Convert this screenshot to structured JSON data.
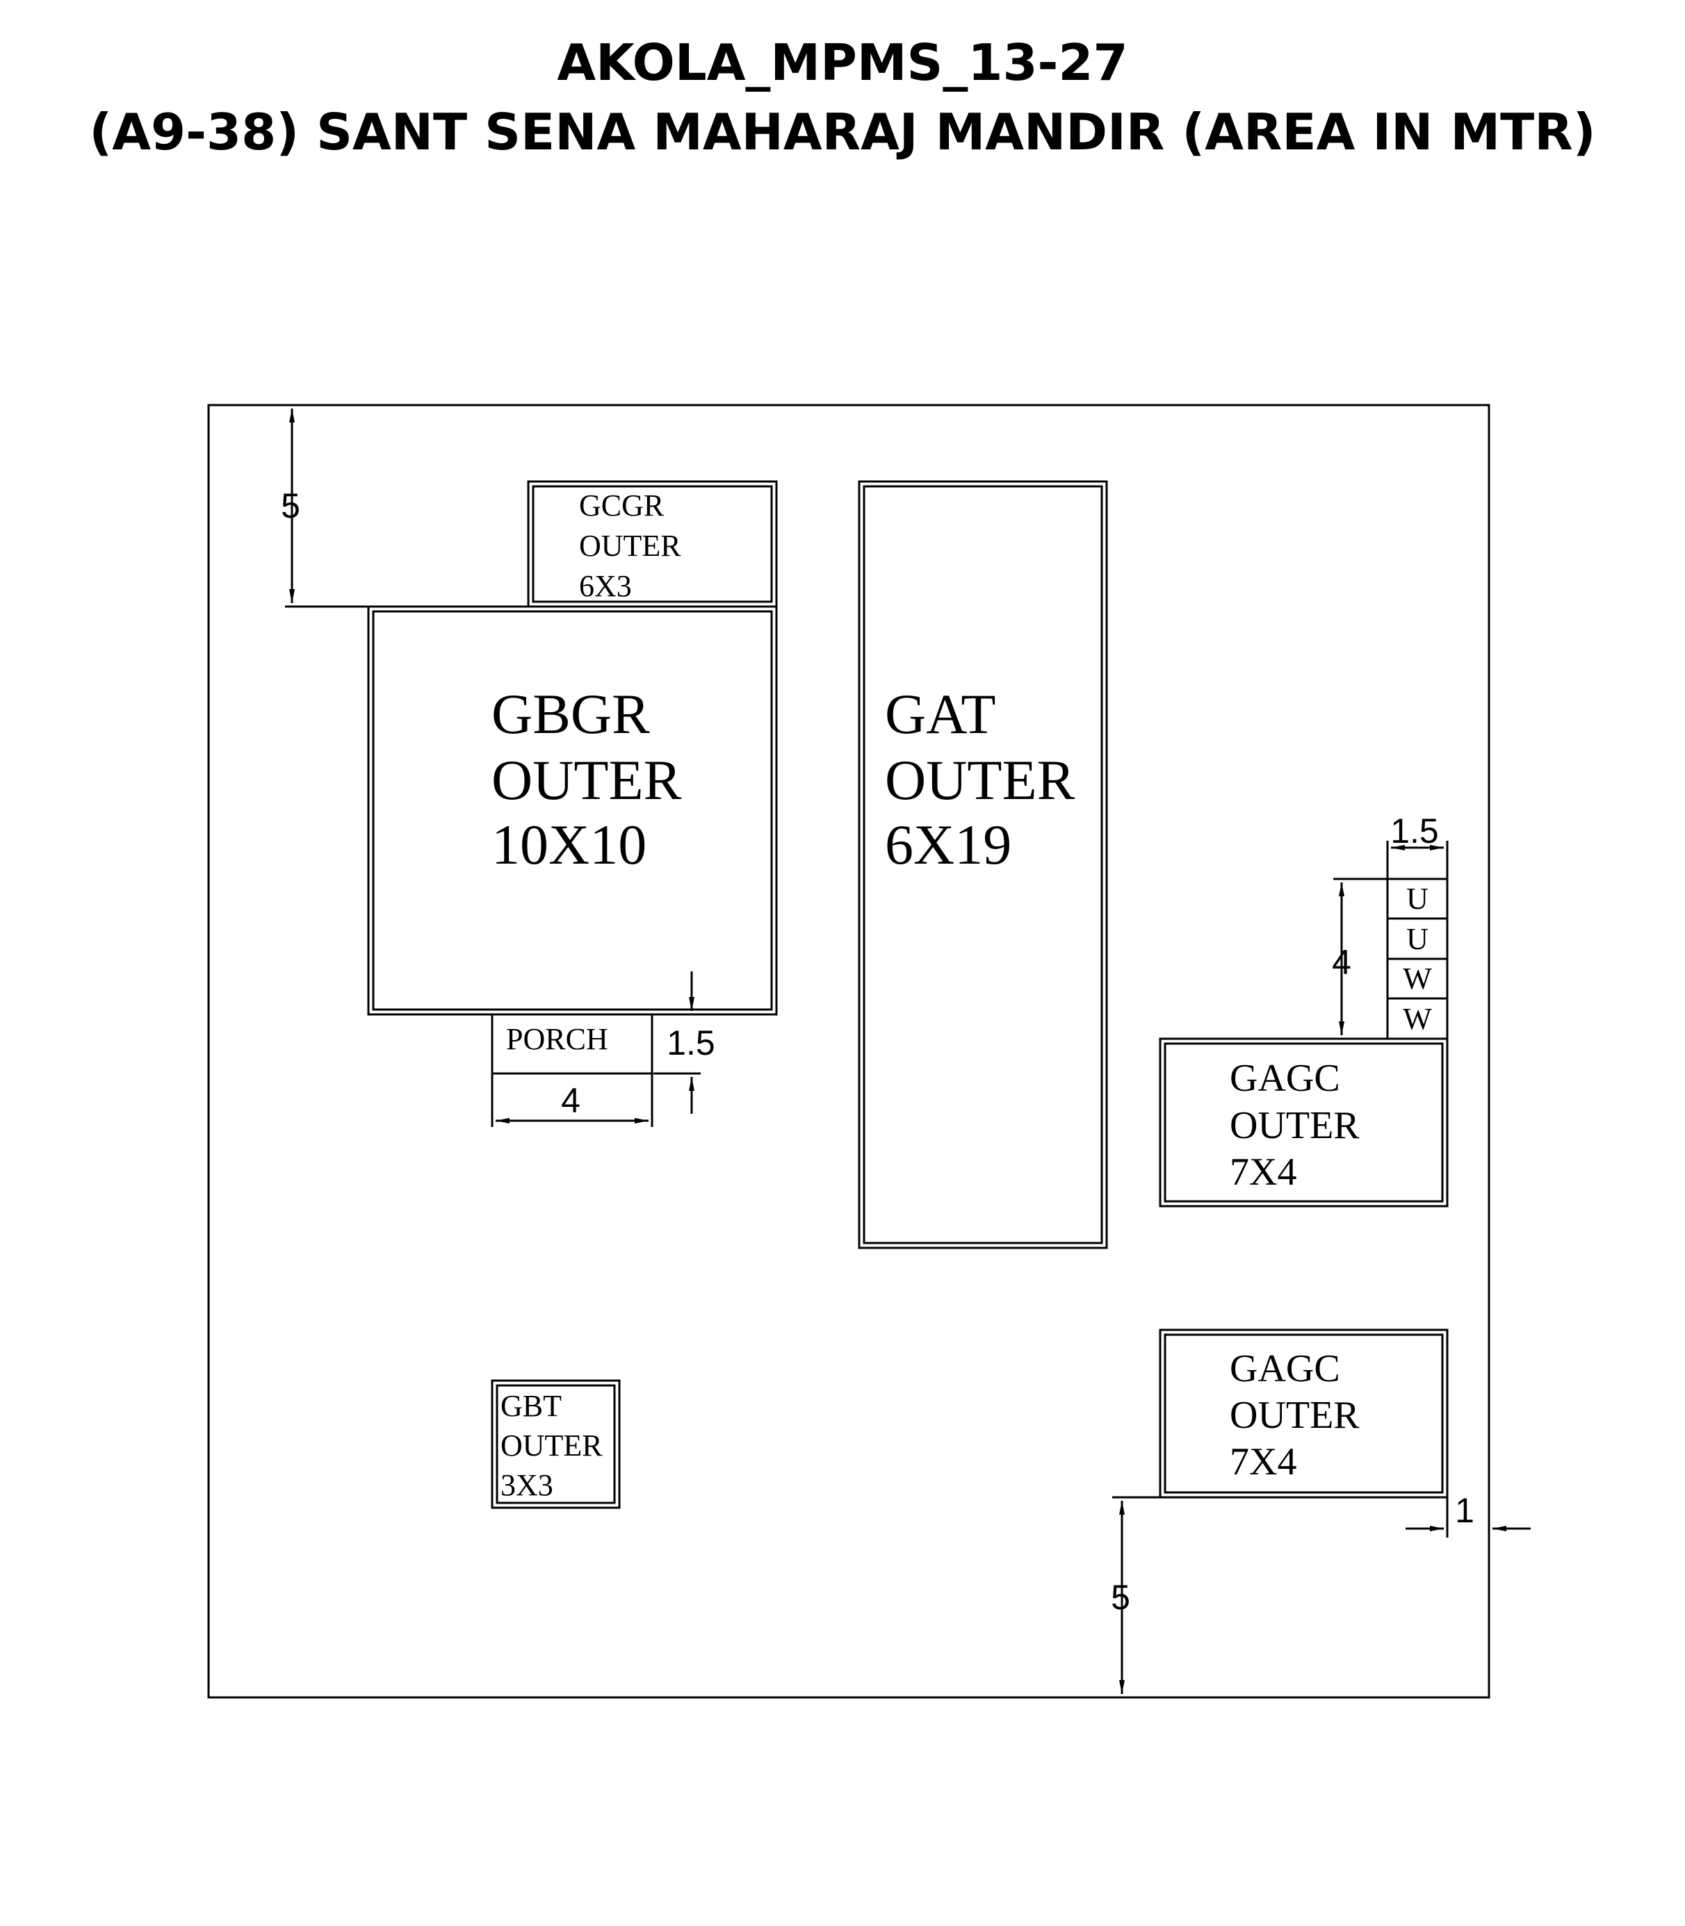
{
  "title": {
    "line1": "AKOLA_MPMS_13-27",
    "line2": "(A9-38) SANT SENA MAHARAJ MANDIR (AREA IN MTR)"
  },
  "blocks": {
    "gcgr": {
      "name": "GCGR",
      "type": "OUTER",
      "size": "6X3"
    },
    "gbgr": {
      "name": "GBGR",
      "type": "OUTER",
      "size": "10X10"
    },
    "gat": {
      "name": "GAT",
      "type": "OUTER",
      "size": "6X19"
    },
    "gagc_upper": {
      "name": "GAGC",
      "type": "OUTER",
      "size": "7X4"
    },
    "gagc_lower": {
      "name": "GAGC",
      "type": "OUTER",
      "size": "7X4"
    },
    "gbt": {
      "name": "GBT",
      "type": "OUTER",
      "size": "3X3"
    },
    "porch": {
      "label": "PORCH"
    },
    "toilets": [
      "U",
      "U",
      "W",
      "W"
    ]
  },
  "dimensions": {
    "top_setback": "5",
    "porch_width": "4",
    "porch_depth": "1.5",
    "toilet_width": "1.5",
    "toilet_height": "4",
    "bottom_setback": "5",
    "right_setback": "1"
  },
  "colors": {
    "line": "#000000",
    "background": "#ffffff"
  }
}
